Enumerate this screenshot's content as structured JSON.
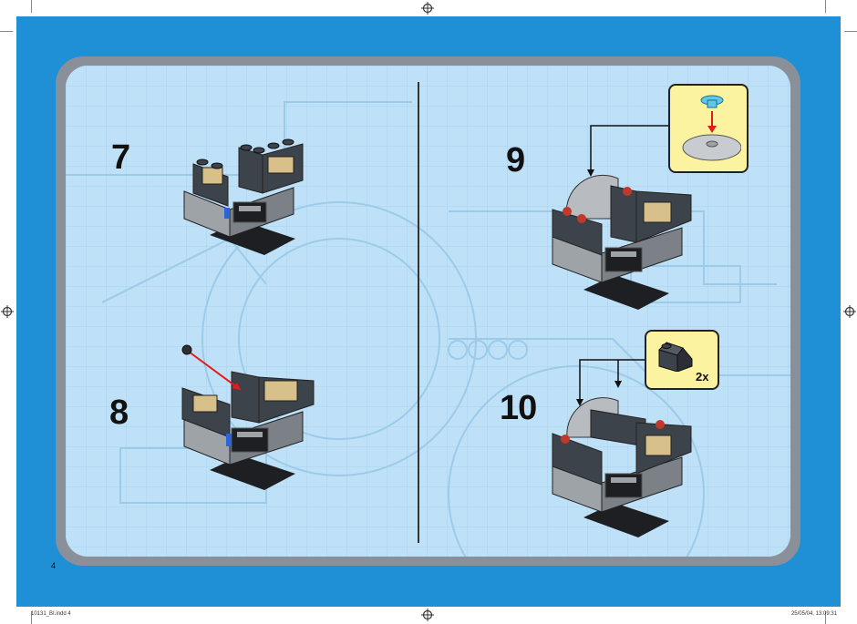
{
  "steps": [
    {
      "number": "7"
    },
    {
      "number": "8"
    },
    {
      "number": "9"
    },
    {
      "number": "10"
    }
  ],
  "callouts": {
    "step10_qty": "2x"
  },
  "page": {
    "number": "4",
    "footer_file": "10131_BI.indd   4",
    "footer_stamp": "25/05/04, 13:09:31"
  },
  "colors": {
    "page_blue": "#1f8fd6",
    "panel_bg": "#bfe1f7",
    "callout_bg": "#fbf3a0",
    "brick_dark": "#3d434b",
    "brick_gray": "#9ea3a8",
    "brick_tan": "#d8c08a",
    "brick_black": "#1d1f22"
  }
}
